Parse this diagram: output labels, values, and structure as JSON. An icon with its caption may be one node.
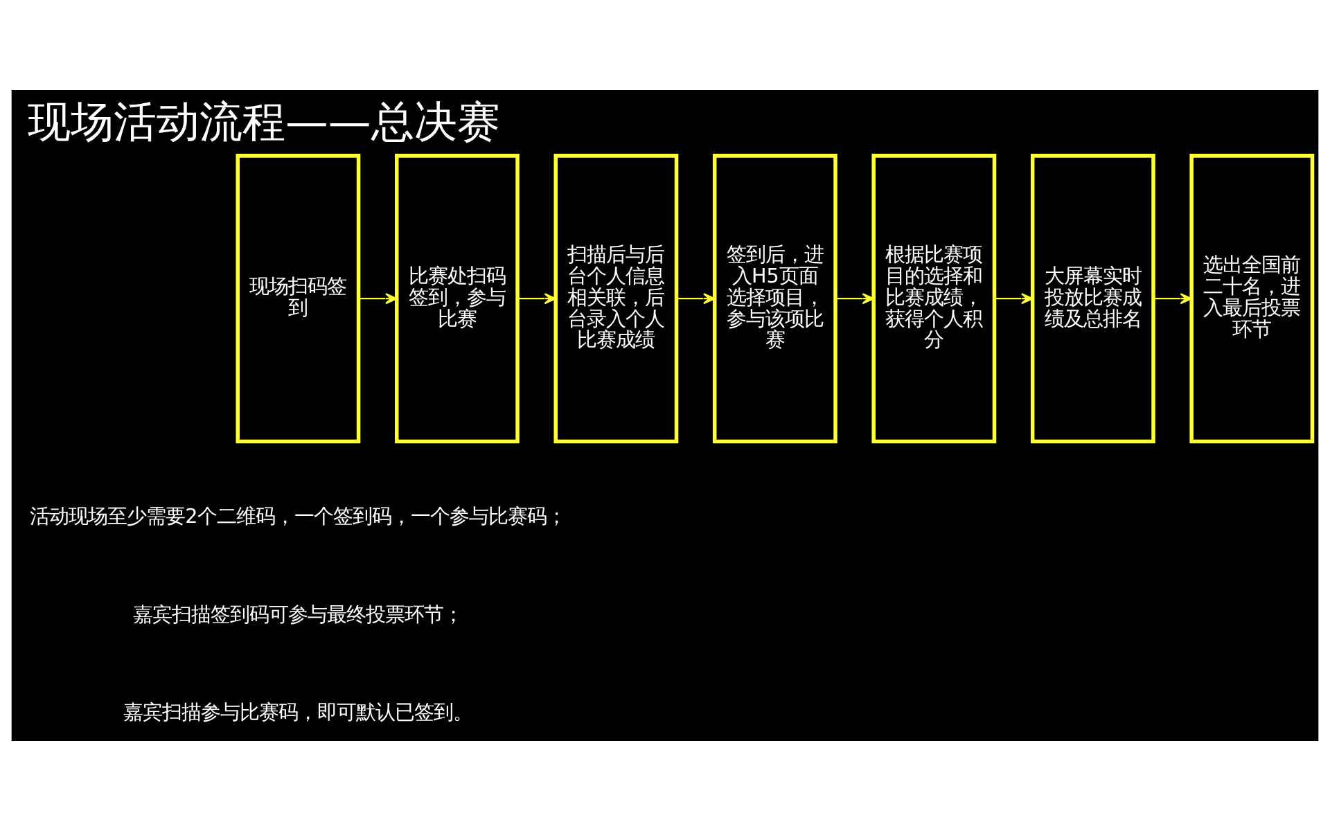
{
  "diagram": {
    "title": "现场活动流程——总决赛",
    "nodes": [
      {
        "text": [
          "现场扫码签到"
        ]
      },
      {
        "text": [
          "比赛处扫码签到，参与比赛"
        ]
      },
      {
        "text": [
          "扫描后与后台个人信息相关联，后台录入个人比赛成绩"
        ]
      },
      {
        "text": [
          "签到后，进入H5页面选择项目，参与该项比赛"
        ]
      },
      {
        "text": [
          "根据比赛项目的选择和比赛成绩，获得个人积分"
        ]
      },
      {
        "text": [
          "大屏幕实时投放比赛成绩及总排名"
        ]
      },
      {
        "text": [
          "选出全国前二十名，进入最后投票环节"
        ]
      }
    ],
    "edges": [
      {
        "from": 0,
        "to": 1,
        "arrow": "to"
      },
      {
        "from": 1,
        "to": 2,
        "arrow": "to"
      },
      {
        "from": 2,
        "to": 3,
        "arrow": "to"
      },
      {
        "from": 3,
        "to": 4,
        "arrow": "to"
      },
      {
        "from": 4,
        "to": 5,
        "arrow": "to"
      },
      {
        "from": 5,
        "to": 6,
        "arrow": "to"
      }
    ],
    "labels": [
      "活动现场至少需要2个二维码，一个签到码，一个参与比赛码；",
      "嘉宾扫描签到码可参与最终投票环节；",
      "嘉宾扫描参与比赛码，即可默认已签到。"
    ]
  }
}
